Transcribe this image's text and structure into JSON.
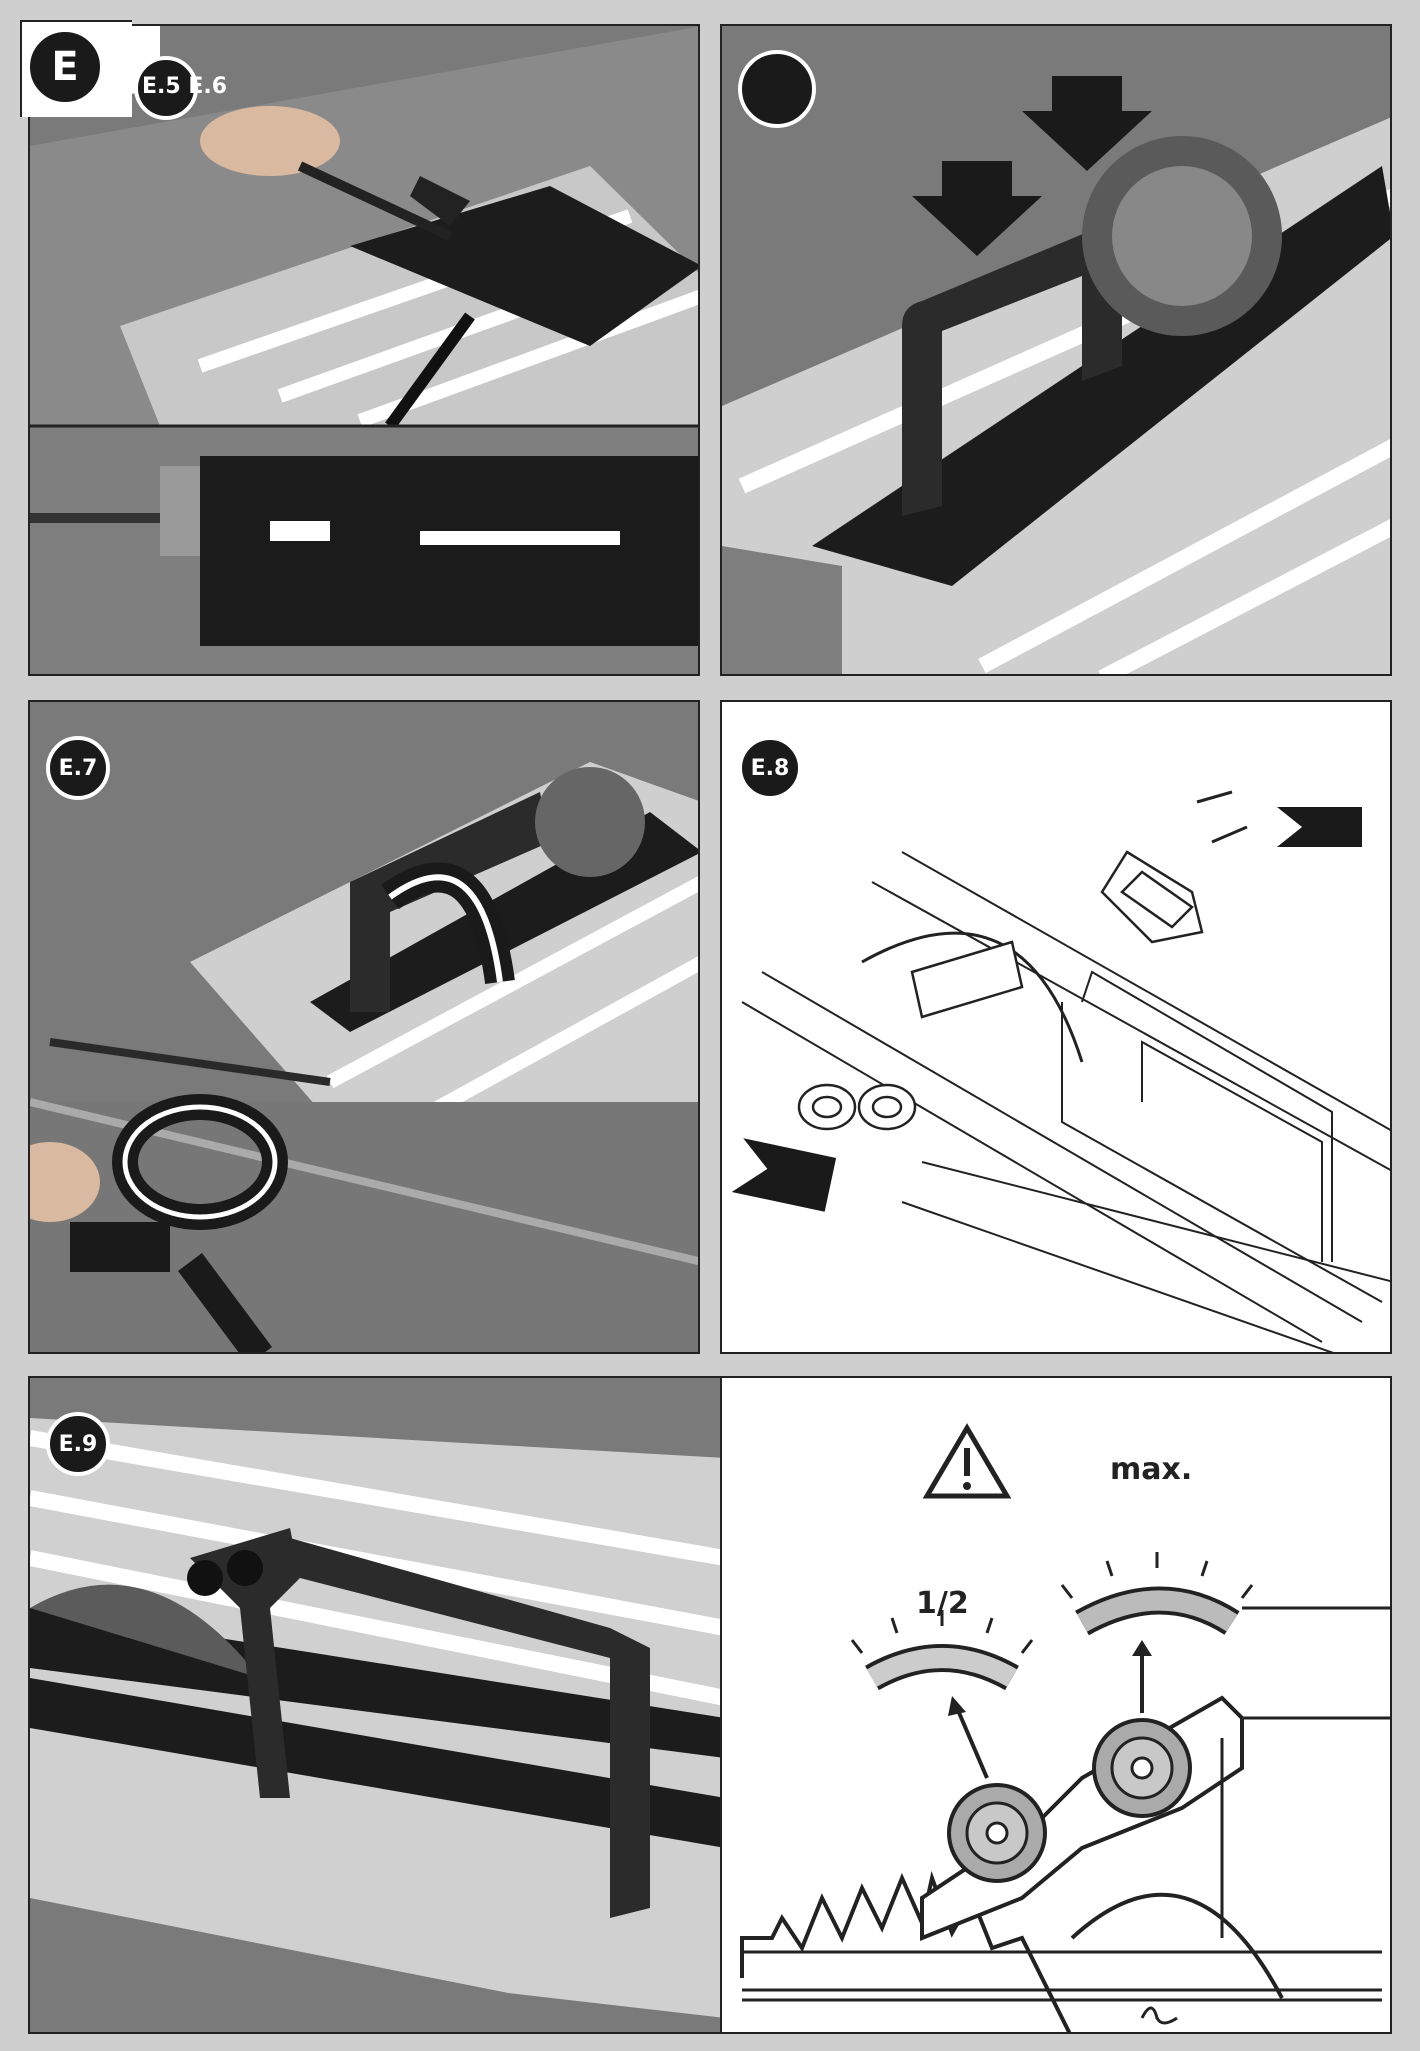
{
  "section_badge": "E",
  "panels": {
    "p1": {
      "label": "E.5 E.6"
    },
    "p2": {
      "label": ""
    },
    "p3": {
      "label": "E.7"
    },
    "p4": {
      "label": "E.8"
    },
    "p5": {
      "label": "E.9"
    },
    "p6": {
      "label_half": "1/2",
      "label_max": "max."
    }
  },
  "colors": {
    "page_bg": "#cfcfcf",
    "badge": "#1a1a1a",
    "panel_border": "#222222"
  }
}
